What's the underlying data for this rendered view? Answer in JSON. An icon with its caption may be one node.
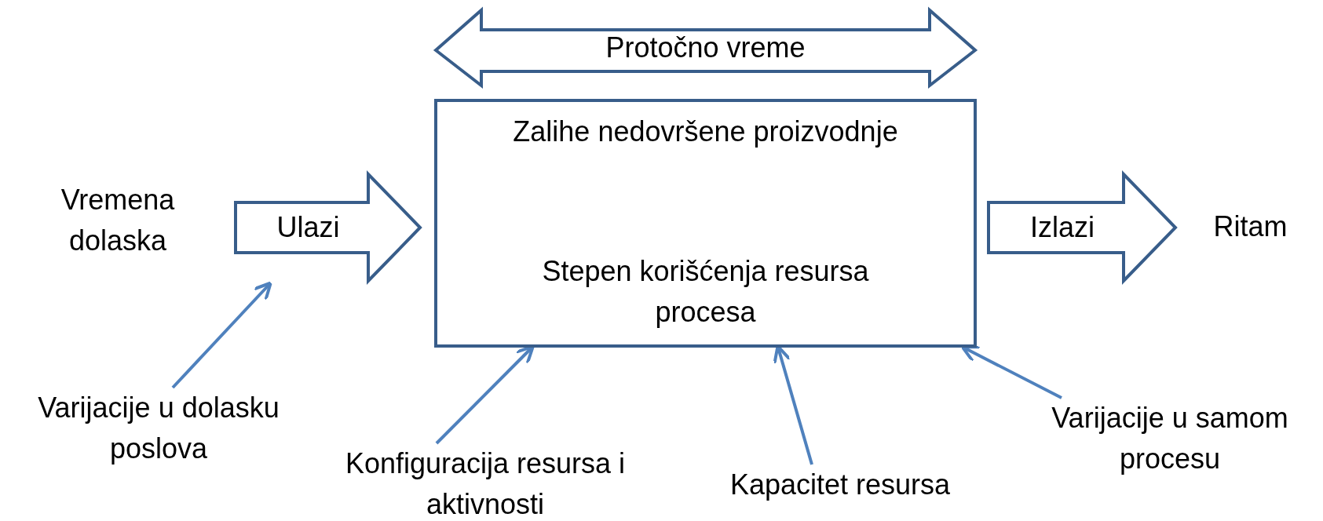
{
  "diagram": {
    "nodes": [
      {
        "text": [
          "Protočno vreme"
        ]
      },
      {
        "text": [
          "Zalihe nedovršene proizvodnje",
          "Stepen korišćenja resursa procesa"
        ]
      },
      {
        "text": [
          "Ulazi"
        ]
      },
      {
        "text": [
          "Izlazi"
        ]
      },
      {
        "text": [
          "Varijacije u dolasku poslova"
        ]
      },
      {
        "text": [
          "Konfiguracija resursa i aktivnosti"
        ]
      },
      {
        "text": [
          "Kapacitet resursa"
        ]
      },
      {
        "text": [
          "Varijacije u samom procesu"
        ]
      }
    ],
    "edges": [
      {
        "from": 4,
        "to": 2,
        "arrow": "to"
      },
      {
        "from": 5,
        "to": 1,
        "arrow": "to"
      },
      {
        "from": 6,
        "to": 1,
        "arrow": "to"
      },
      {
        "from": 7,
        "to": 1,
        "arrow": "to"
      }
    ],
    "labels": [
      "Vremena dolaska",
      "Ritam"
    ]
  }
}
